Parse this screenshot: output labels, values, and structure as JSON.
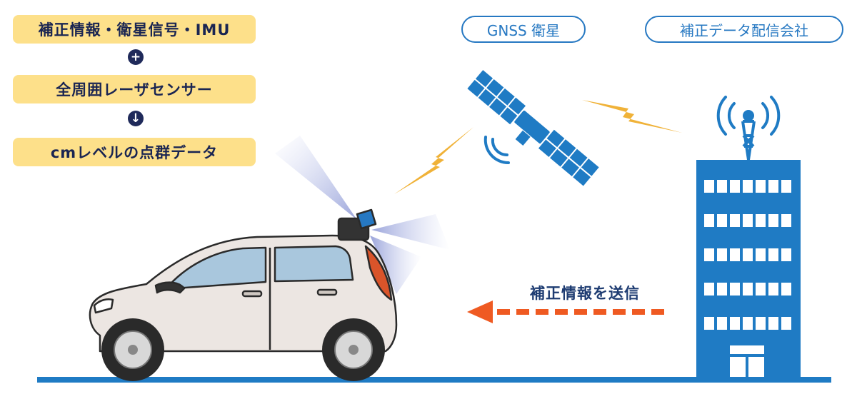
{
  "flow": {
    "step1": "補正情報・衛星信号・IMU",
    "step2": "全周囲レーザセンサー",
    "step3": "cmレベルの点群データ",
    "plus_icon": "plus-circle-icon",
    "down_icon": "down-arrow-circle-icon"
  },
  "labels": {
    "gnss": "GNSS 衛星",
    "provider": "補正データ配信会社",
    "send": "補正情報を送信"
  },
  "colors": {
    "box_fill": "#fde08a",
    "box_text": "#1a2552",
    "accent_blue": "#2678c2",
    "building_blue": "#1f7bc4",
    "lightning": "#f0b238",
    "arrow_orange": "#ef5a22",
    "car_body": "#ece6e2"
  }
}
